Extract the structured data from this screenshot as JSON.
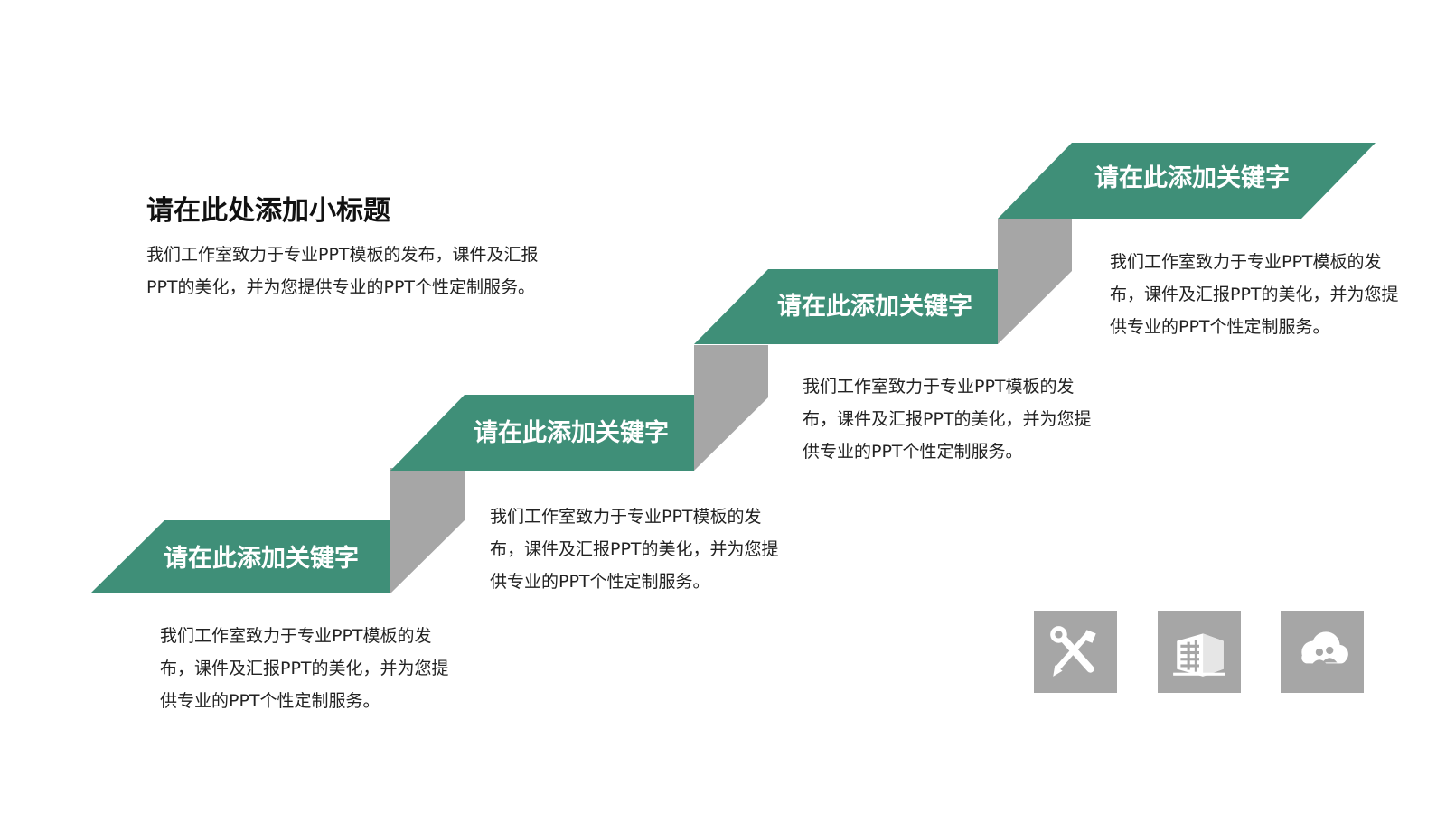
{
  "colors": {
    "accent": "#3f8f78",
    "riser": "#a6a6a6",
    "icon_tile": "#a6a6a6",
    "text": "#222222"
  },
  "title": "请在此处添加小标题",
  "intro": "我们工作室致力于专业PPT模板的发布，课件及汇报PPT的美化，并为您提供专业的PPT个性定制服务。",
  "steps": [
    {
      "label": "请在此添加关键字",
      "desc": "我们工作室致力于专业PPT模板的发布，课件及汇报PPT的美化，并为您提供专业的PPT个性定制服务。"
    },
    {
      "label": "请在此添加关键字",
      "desc": "我们工作室致力于专业PPT模板的发布，课件及汇报PPT的美化，并为您提供专业的PPT个性定制服务。"
    },
    {
      "label": "请在此添加关键字",
      "desc": "我们工作室致力于专业PPT模板的发布，课件及汇报PPT的美化，并为您提供专业的PPT个性定制服务。"
    },
    {
      "label": "请在此添加关键字",
      "desc": "我们工作室致力于专业PPT模板的发布，课件及汇报PPT的美化，并为您提供专业的PPT个性定制服务。"
    }
  ],
  "icons": [
    "tools-icon",
    "building-icon",
    "cloud-people-icon"
  ]
}
